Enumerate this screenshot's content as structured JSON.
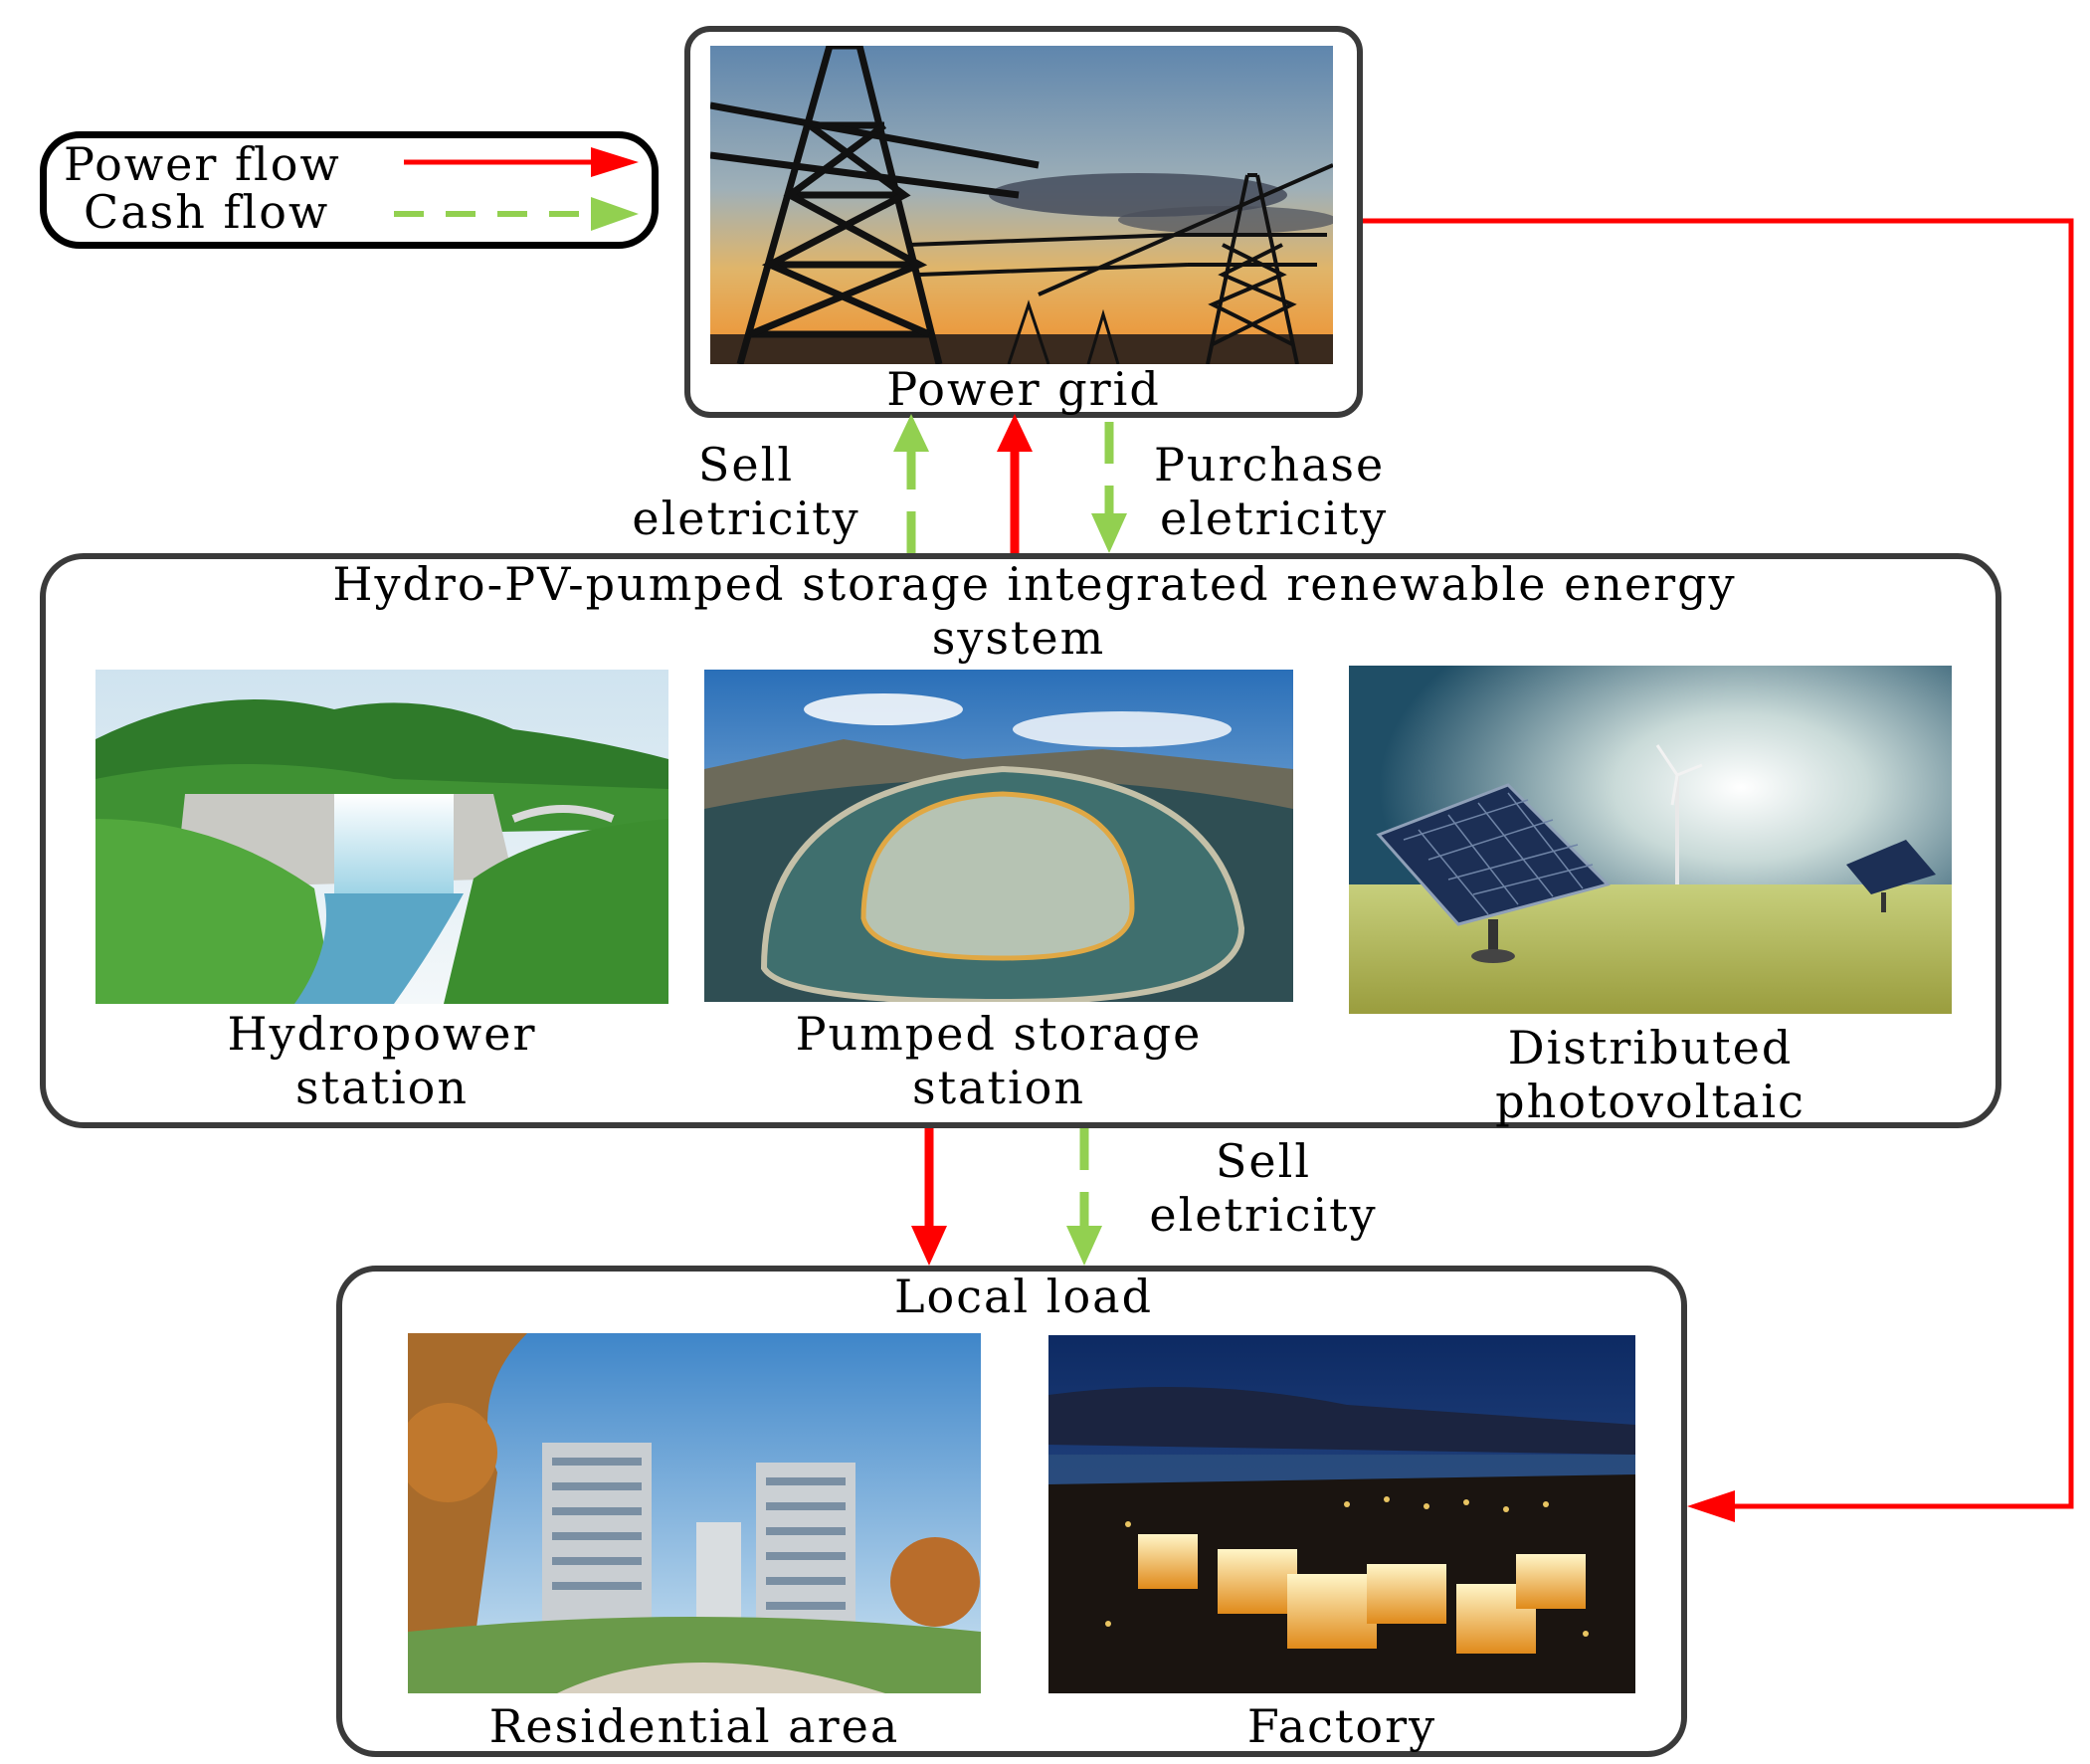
{
  "legend": {
    "power_flow": "Power flow",
    "cash_flow": "Cash flow",
    "power_color": "#ff0000",
    "cash_color": "#92d050"
  },
  "power_grid": {
    "label": "Power grid",
    "image": "transmission-towers-sunset-photo"
  },
  "grid_flows": {
    "sell_label_1": "Sell",
    "sell_label_2": "eletricity",
    "purchase_label_1": "Purchase",
    "purchase_label_2": "eletricity"
  },
  "system": {
    "title_1": "Hydro-PV-pumped storage integrated renewable energy",
    "title_2": "system",
    "stations": [
      {
        "label_1": "Hydropower",
        "label_2": "station",
        "image": "dam-waterfall-photo"
      },
      {
        "label_1": "Pumped storage",
        "label_2": "station",
        "image": "reservoir-photo"
      },
      {
        "label_1": "Distributed",
        "label_2": "photovoltaic",
        "image": "solar-panels-field-photo"
      }
    ]
  },
  "local_flows": {
    "sell_label_1": "Sell",
    "sell_label_2": "eletricity"
  },
  "local_load": {
    "title": "Local load",
    "consumers": [
      {
        "label": "Residential area",
        "image": "apartment-buildings-photo"
      },
      {
        "label": "Factory",
        "image": "industrial-plant-night-photo"
      }
    ]
  }
}
